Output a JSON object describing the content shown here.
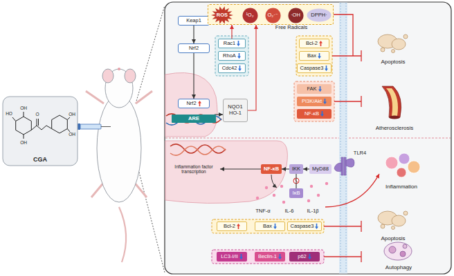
{
  "diagram": {
    "nodes": [
      {
        "text": [
          "CGA"
        ]
      },
      {
        "text": [
          "Keap1"
        ]
      },
      {
        "text": [
          "Nrf2"
        ]
      },
      {
        "text": [
          "Nrf2"
        ]
      },
      {
        "text": [
          "ARE"
        ]
      },
      {
        "text": [
          "NQO1",
          "HO-1"
        ]
      },
      {
        "text": [
          "Free Radicals"
        ]
      },
      {
        "text": [
          "ROS"
        ],
        "in": 6
      },
      {
        "text": [
          "¹O₂"
        ],
        "in": 6
      },
      {
        "text": [
          "O₂·⁻"
        ],
        "in": 6
      },
      {
        "text": [
          "·OH"
        ],
        "in": 6
      },
      {
        "text": [
          "DPPH·"
        ],
        "in": 6
      },
      {
        "text": [
          "Rac1"
        ]
      },
      {
        "text": [
          "RhoA"
        ]
      },
      {
        "text": [
          "Cdc42"
        ]
      },
      {
        "text": [
          "Bcl-2"
        ]
      },
      {
        "text": [
          "Bax"
        ]
      },
      {
        "text": [
          "Caspase3"
        ]
      },
      {
        "text": [
          "FAK"
        ]
      },
      {
        "text": [
          "PI3K/Akt"
        ]
      },
      {
        "text": [
          "NF-κB"
        ]
      },
      {
        "text": [
          "NF-κB"
        ]
      },
      {
        "text": [
          "IKK"
        ]
      },
      {
        "text": [
          "MyD88"
        ]
      },
      {
        "text": [
          "IκB"
        ]
      },
      {
        "text": [
          "Bcl-2"
        ]
      },
      {
        "text": [
          "Bax"
        ]
      },
      {
        "text": [
          "Caspase3"
        ]
      },
      {
        "text": [
          "LC3-I/II"
        ]
      },
      {
        "text": [
          "Beclin-1"
        ]
      },
      {
        "text": [
          "p62"
        ]
      }
    ],
    "edges": [
      {
        "from": 1,
        "to": 2,
        "arrow": "to"
      },
      {
        "from": 2,
        "to": 3,
        "arrow": "to"
      },
      {
        "from": 4,
        "to": 5,
        "arrow": "to"
      },
      {
        "from": 5,
        "to": 6,
        "arrow": "to"
      },
      {
        "from": 12,
        "to": 6,
        "arrow": "to"
      },
      {
        "from": 23,
        "to": 22,
        "arrow": "to"
      },
      {
        "from": 22,
        "to": 21,
        "arrow": "to"
      },
      {
        "from": 22,
        "to": 24,
        "arrow": "none"
      }
    ],
    "labels": [
      "HO",
      "OH",
      "O",
      "OH",
      "OH",
      "OH",
      "Apoptosis",
      "Atherosclerosis",
      "Inflammation factor transcription",
      "TLR4",
      "TNF-α",
      "IL-6",
      "IL-1β",
      "Inflammation",
      "Apoptosis",
      "Autophagy"
    ]
  }
}
